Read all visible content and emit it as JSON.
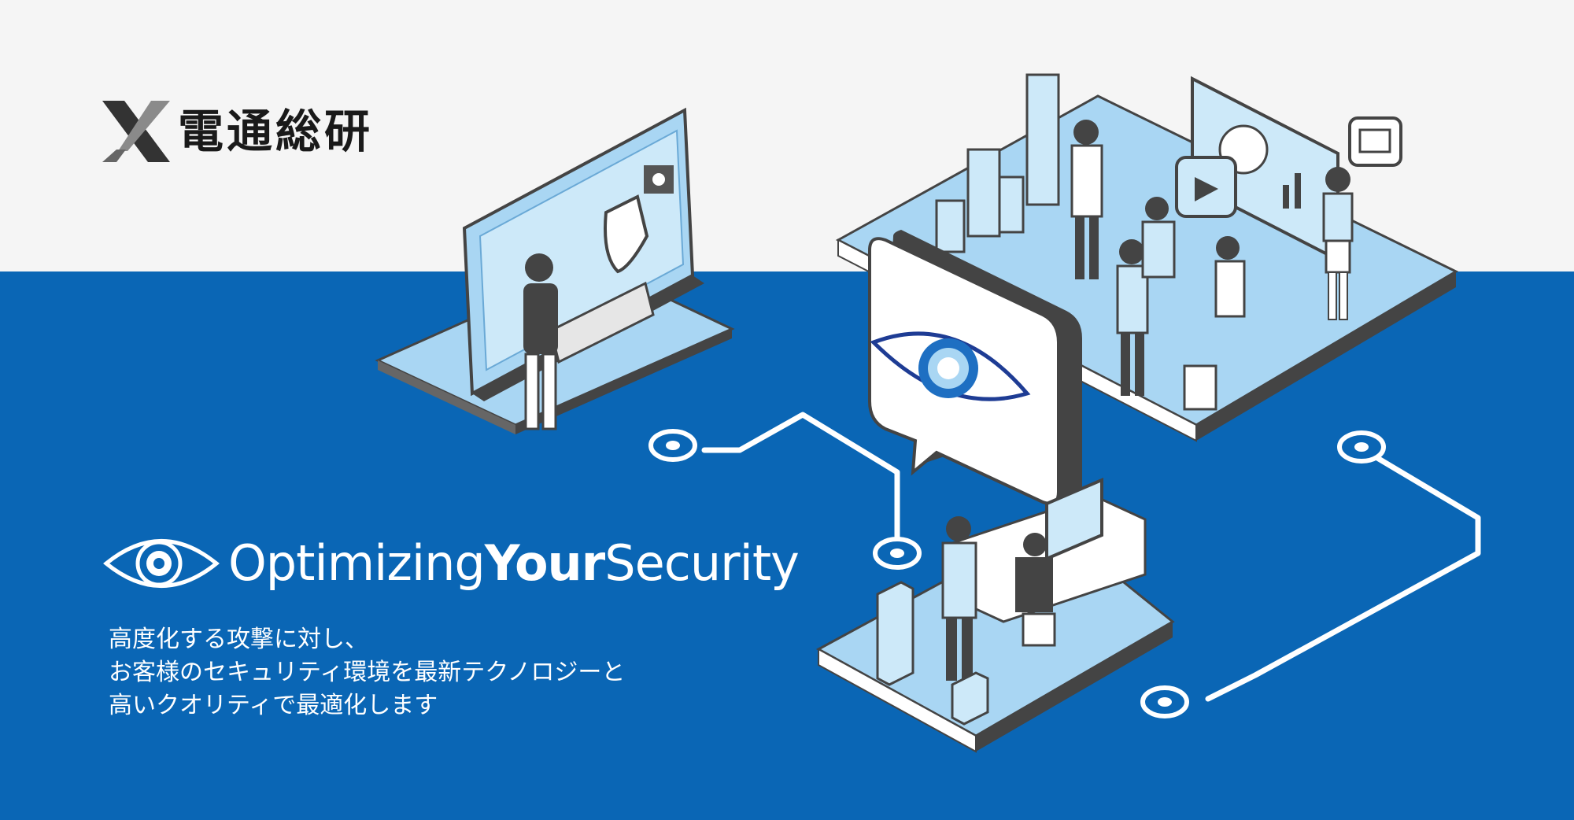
{
  "brand": {
    "logo_mark_icon": "x-mark-icon",
    "name": "電通総研"
  },
  "headline": {
    "icon": "eye-icon",
    "part1": "Optimizing",
    "part2": "Your",
    "part3": "Security"
  },
  "body": {
    "lines": [
      "高度化する攻撃に対し、",
      "お客様のセキュリティ環境を最新テクノロジーと",
      "高いクオリティで最適化します"
    ]
  },
  "colors": {
    "top_background": "#f5f5f5",
    "main_blue": "#0a66b5",
    "light_blue": "#a9d6f3",
    "dark_gray": "#555555",
    "white": "#ffffff"
  }
}
